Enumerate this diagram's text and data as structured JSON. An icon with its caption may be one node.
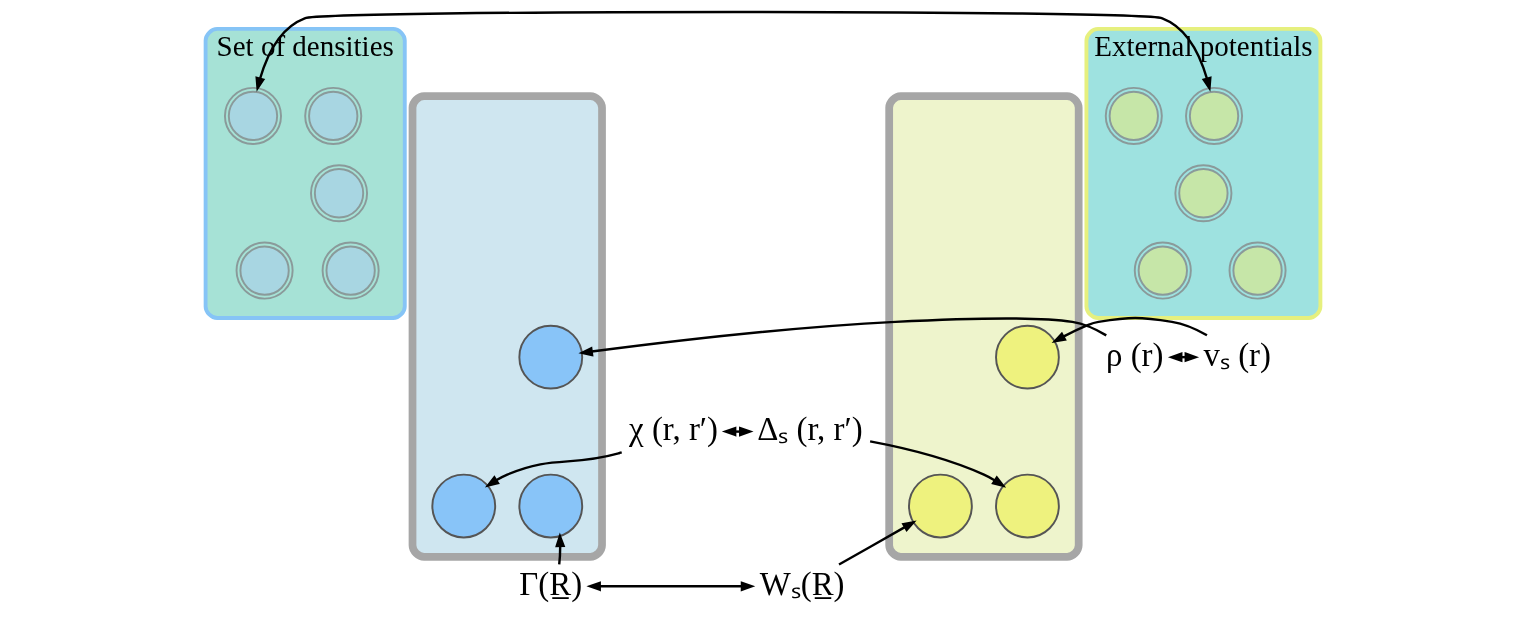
{
  "diagram": {
    "nodes": [
      {
        "text": [
          "Set of densities"
        ]
      },
      {
        "text": [],
        "shape": "picture",
        "in": 0
      },
      {
        "text": [],
        "shape": "picture",
        "in": 0
      },
      {
        "text": [],
        "shape": "picture",
        "in": 0
      },
      {
        "text": [],
        "shape": "picture",
        "in": 0
      },
      {
        "text": [],
        "shape": "picture",
        "in": 0
      },
      {
        "text": [
          "External potentials"
        ]
      },
      {
        "text": [],
        "shape": "picture",
        "in": 6
      },
      {
        "text": [],
        "shape": "picture",
        "in": 6
      },
      {
        "text": [],
        "shape": "picture",
        "in": 6
      },
      {
        "text": [],
        "shape": "picture",
        "in": 6
      },
      {
        "text": [],
        "shape": "picture",
        "in": 6
      },
      {
        "text": [],
        "shape": "picture"
      },
      {
        "text": [],
        "shape": "circle",
        "in": 12
      },
      {
        "text": [],
        "shape": "circle",
        "in": 12
      },
      {
        "text": [],
        "shape": "circle",
        "in": 12
      },
      {
        "text": [
          "ρ (r)"
        ]
      },
      {
        "text": [
          "χ (r, r′)"
        ]
      },
      {
        "text": [
          "Γ(R̲)"
        ]
      },
      {
        "text": [
          "vₛ (r)"
        ]
      },
      {
        "text": [
          "Δₛ (r, r′)"
        ]
      },
      {
        "text": [
          "Wₛ(R̲)"
        ]
      },
      {
        "text": [],
        "shape": "picture"
      },
      {
        "text": [],
        "shape": "circle",
        "in": 22
      },
      {
        "text": [],
        "shape": "circle",
        "in": 22
      },
      {
        "text": [],
        "shape": "circle",
        "in": 22
      }
    ],
    "edges": [
      {
        "from": 2,
        "to": 7,
        "arrow": "both"
      },
      {
        "from": 16,
        "to": 13,
        "arrow": "to"
      },
      {
        "from": 17,
        "to": 15,
        "arrow": "to"
      },
      {
        "from": 18,
        "to": 14,
        "arrow": "to"
      },
      {
        "from": 16,
        "to": 19,
        "arrow": "both"
      },
      {
        "from": 17,
        "to": 20,
        "arrow": "both"
      },
      {
        "from": 18,
        "to": 21,
        "arrow": "both"
      },
      {
        "from": 19,
        "to": 23,
        "arrow": "to"
      },
      {
        "from": 20,
        "to": 24,
        "arrow": "to"
      },
      {
        "from": 21,
        "to": 25,
        "arrow": "to"
      }
    ]
  }
}
